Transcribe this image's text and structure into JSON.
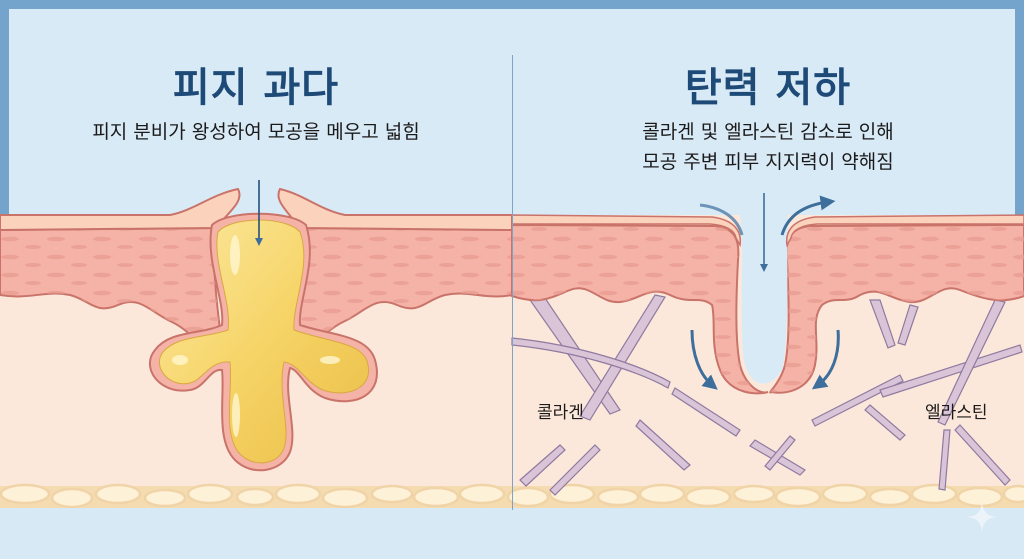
{
  "left_panel": {
    "title": "피지 과다",
    "subtitle": "피지 분비가 왕성하여 모공을 메우고 넓힘"
  },
  "right_panel": {
    "title": "탄력 저하",
    "subtitle_lines": [
      "콜라겐 및 엘라스틴 감소로 인해",
      "모공 주변 피부 지지력이 약해짐"
    ],
    "labels": {
      "collagen": "콜라겐",
      "elastin": "엘라스틴"
    }
  },
  "colors": {
    "frame_border": "#74a4cc",
    "sky": "#d9eaf7",
    "title": "#1e4a78",
    "epidermis_top": "#fbd3bd",
    "dermis": "#f4b3a6",
    "dermis_outline": "#c9736a",
    "tissue": "#fce8da",
    "fat": "#fdf1d8",
    "fat_outline": "#f0d3a6",
    "sebum": "#f6d56a",
    "fiber": "#d9c4d8",
    "fiber_outline": "#8f7aa0",
    "arrow": "#3d6e9c"
  },
  "icons": {
    "down_arrow": "arrow-down-icon",
    "flow_arrows": "curved-arrow-icon",
    "sparkle": "sparkle-icon"
  }
}
